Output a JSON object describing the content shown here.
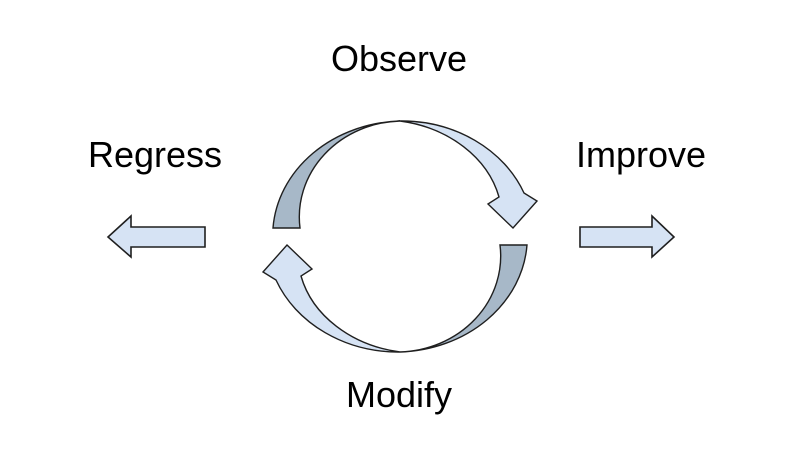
{
  "diagram": {
    "type": "cycle-diagram",
    "labels": {
      "top": "Observe",
      "left": "Regress",
      "right": "Improve",
      "bottom": "Modify"
    },
    "colors": {
      "arrow_light_fill": "#d6e3f4",
      "arrow_dark_fill": "#a7b8c8",
      "arrow_outline": "#1f1f1f",
      "text": "#000000",
      "background": "#ffffff"
    }
  }
}
